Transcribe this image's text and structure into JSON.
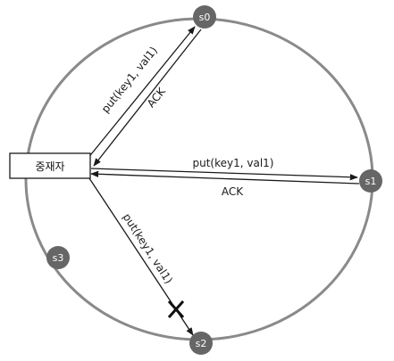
{
  "coordinator": {
    "label": "중재자"
  },
  "nodes": {
    "s0": "s0",
    "s1": "s1",
    "s2": "s2",
    "s3": "s3"
  },
  "messages": {
    "s0_request": "put(key1, val1)",
    "s0_ack": "ACK",
    "s1_request": "put(key1, val1)",
    "s1_ack": "ACK",
    "s2_request": "put(key1, val1)"
  },
  "colors": {
    "ring": "#8a8a8a",
    "node_fill": "#666666",
    "line": "#1a1a1a"
  }
}
